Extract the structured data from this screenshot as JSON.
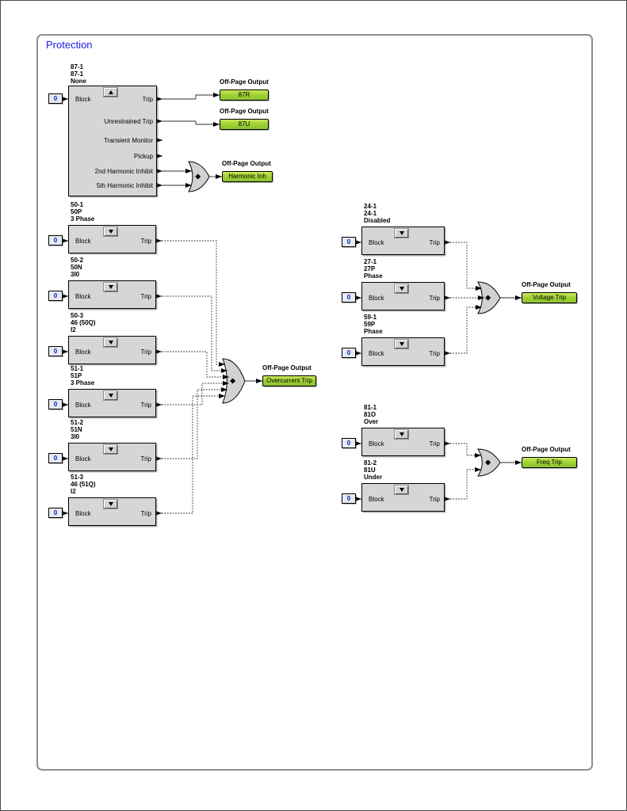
{
  "title": "Protection",
  "offpage_header": "Off-Page Output",
  "port_value": "0",
  "common": {
    "input_label": "Block",
    "output_label": "Trip"
  },
  "big_block": {
    "name_lines": [
      "87-1",
      "87-1",
      "None"
    ],
    "input_label": "Block",
    "outputs": [
      "Trip",
      "Unrestrained Trip",
      "Transient Monitor",
      "Pickup",
      "2nd Harmonic Inhibit",
      "5th Harmonic Inhibit"
    ]
  },
  "small_blocks": [
    {
      "name_lines": [
        "50-1",
        "50P",
        "3 Phase"
      ]
    },
    {
      "name_lines": [
        "50-2",
        "50N",
        "3I0"
      ]
    },
    {
      "name_lines": [
        "50-3",
        "46 (50Q)",
        "I2"
      ]
    },
    {
      "name_lines": [
        "51-1",
        "51P",
        "3 Phase"
      ]
    },
    {
      "name_lines": [
        "51-2",
        "51N",
        "3I0"
      ]
    },
    {
      "name_lines": [
        "51-3",
        "46 (51Q)",
        "I2"
      ]
    },
    {
      "name_lines": [
        "24-1",
        "24-1",
        "Disabled"
      ]
    },
    {
      "name_lines": [
        "27-1",
        "27P",
        "Phase"
      ]
    },
    {
      "name_lines": [
        "59-1",
        "59P",
        "Phase"
      ]
    },
    {
      "name_lines": [
        "81-1",
        "81O",
        "Over"
      ]
    },
    {
      "name_lines": [
        "81-2",
        "81U",
        "Under"
      ]
    }
  ],
  "offpage_outputs": {
    "trip_87r": "87R",
    "trip_87u": "87U",
    "harmonic": "Harmonic Inh",
    "overcurrent": "Overcurrent Trip",
    "voltage": "Voltage Trip",
    "frequency": "Freq Trip"
  },
  "colors": {
    "output_green": "#9ACD32",
    "title_blue": "#1B1BE8"
  }
}
